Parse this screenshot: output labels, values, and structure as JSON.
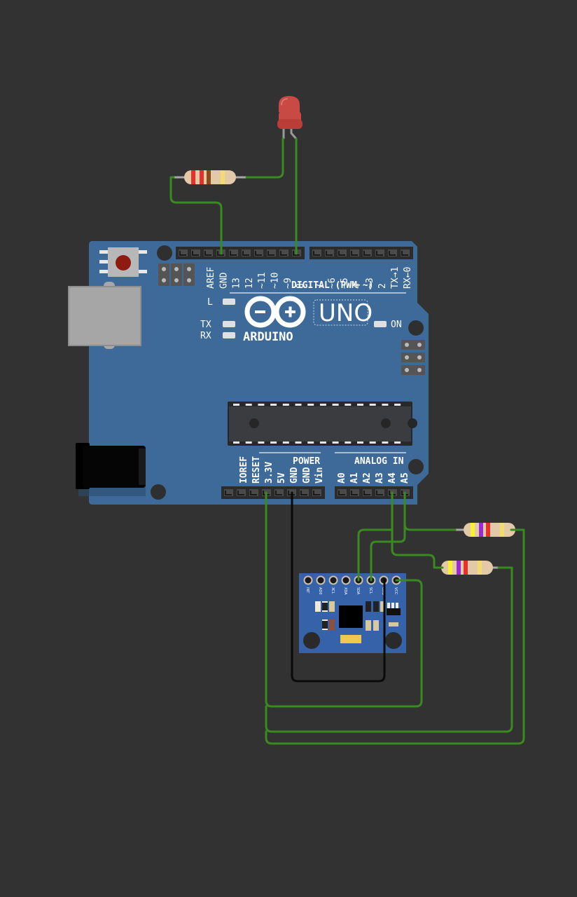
{
  "board": {
    "name": "ARDUINO",
    "model": "UNO",
    "on_label": "ON",
    "led_labels": {
      "l": "L",
      "tx": "TX",
      "rx": "RX"
    },
    "digital_header_label": "DIGITAL (PWM ~)",
    "digital_pins_left": [
      "AREF",
      "GND",
      "13",
      "12",
      "~11",
      "~10",
      "~9",
      "8"
    ],
    "digital_pins_right": [
      "7",
      "~6",
      "~5",
      "4",
      "~3",
      "2",
      "TX→1",
      "RX←0"
    ],
    "power_header_label": "POWER",
    "power_pins": [
      "IOREF",
      "RESET",
      "3.3V",
      "5V",
      "GND",
      "GND",
      "Vin"
    ],
    "analog_header_label": "ANALOG IN",
    "analog_pins": [
      "A0",
      "A1",
      "A2",
      "A3",
      "A4",
      "A5"
    ],
    "colors": {
      "pcb": "#3d6a99",
      "header": "#2b2b2b",
      "chip": "#3a3c3f"
    }
  },
  "sensor": {
    "type": "MPU6050",
    "pins": [
      "INT",
      "AD0",
      "XCL",
      "XDA",
      "SDA",
      "SCL",
      "GND",
      "VCC"
    ],
    "color": "#3562a8"
  },
  "led": {
    "color": "#c94a44",
    "label": "Red LED"
  },
  "resistors": [
    {
      "id": "r1",
      "bands": [
        "#e8302a",
        "#e8302a",
        "#8b4a1c",
        "#f0dc70"
      ],
      "value": "220Ω"
    },
    {
      "id": "r2",
      "bands": [
        "#f8f030",
        "#9b2ad0",
        "#e8302a",
        "#f0dc70"
      ],
      "value": "4.7kΩ"
    },
    {
      "id": "r3",
      "bands": [
        "#f8f030",
        "#9b2ad0",
        "#e8302a",
        "#f0dc70"
      ],
      "value": "4.7kΩ"
    }
  ],
  "wires": {
    "colors": {
      "green": "#3a8a22",
      "black": "#0a0a0a"
    },
    "connections": [
      {
        "from": "GND (digital)",
        "to": "R1 left",
        "color": "green"
      },
      {
        "from": "R1 right",
        "to": "LED cathode",
        "color": "green"
      },
      {
        "from": "LED anode",
        "to": "Pin 8",
        "color": "green"
      },
      {
        "from": "3.3V",
        "to": "Sensor VCC",
        "color": "green"
      },
      {
        "from": "GND (power)",
        "to": "Sensor GND",
        "color": "black"
      },
      {
        "from": "A4",
        "to": "Sensor SDA",
        "color": "green"
      },
      {
        "from": "A5",
        "to": "Sensor SCL",
        "color": "green"
      },
      {
        "from": "A5",
        "to": "R2 left",
        "color": "green"
      },
      {
        "from": "A4",
        "to": "R3 left",
        "color": "green"
      },
      {
        "from": "R2 right",
        "to": "3.3V",
        "color": "green"
      },
      {
        "from": "R3 right",
        "to": "3.3V",
        "color": "green"
      }
    ]
  }
}
